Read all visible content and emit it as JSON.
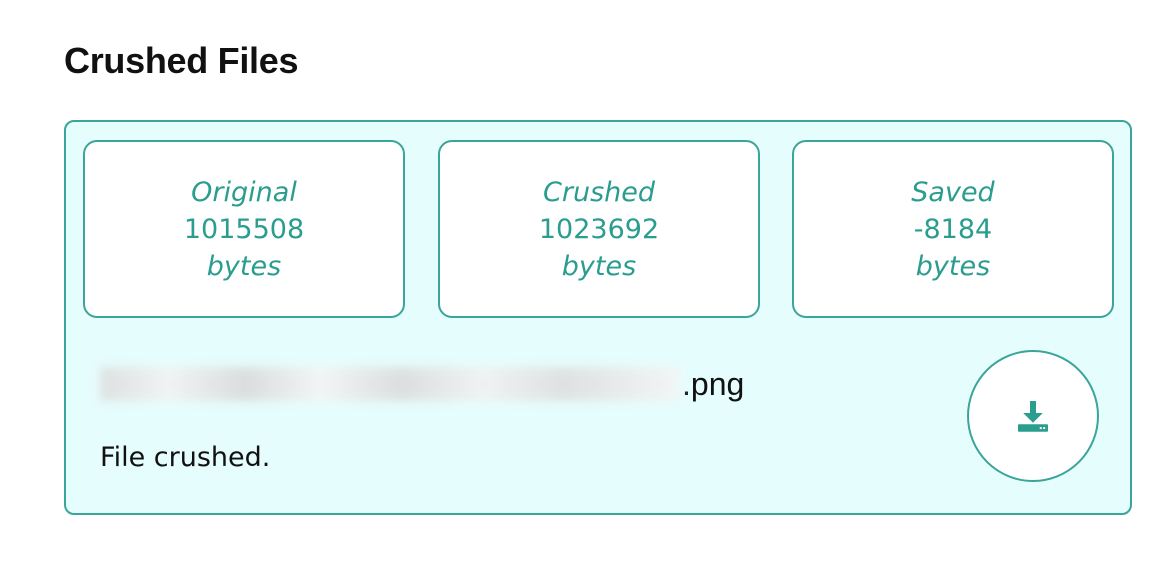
{
  "page": {
    "title": "Crushed Files"
  },
  "result": {
    "stats": {
      "original": {
        "label": "Original",
        "value": "1015508",
        "unit": "bytes"
      },
      "crushed": {
        "label": "Crushed",
        "value": "1023692",
        "unit": "bytes"
      },
      "saved": {
        "label": "Saved",
        "value": "-8184",
        "unit": "bytes"
      }
    },
    "file": {
      "name_visible_suffix": ".png",
      "name_obscured": true
    },
    "status": "File crushed.",
    "download_button": {
      "icon": "download-icon"
    }
  },
  "colors": {
    "accent": "#2a9d8f",
    "border": "#3aa59a",
    "card_background": "#e6fdfd",
    "text": "#111111"
  }
}
